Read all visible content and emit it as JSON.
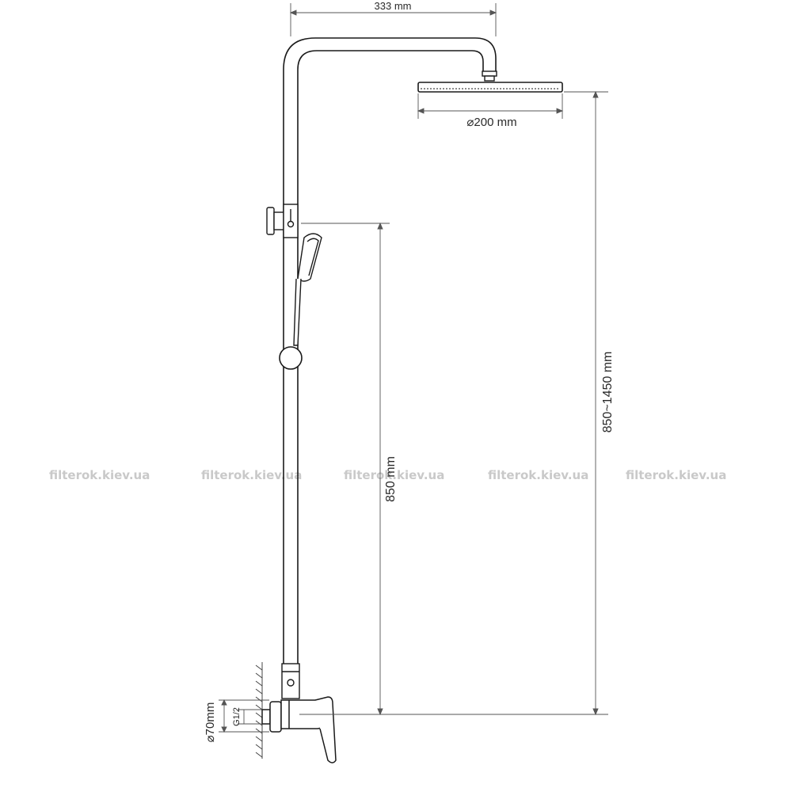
{
  "dimensions": {
    "width_top": "333 mm",
    "head_diameter": "⌀200 mm",
    "height_range": "850~1450 mm",
    "handshower_height": "850 mm",
    "mixer_diameter": "⌀70mm",
    "thread": "G1/2"
  },
  "watermark": "filterok.kiev.ua",
  "colors": {
    "line": "#1a1a1a",
    "dimension": "#555555",
    "watermark": "#c9c9c9"
  }
}
